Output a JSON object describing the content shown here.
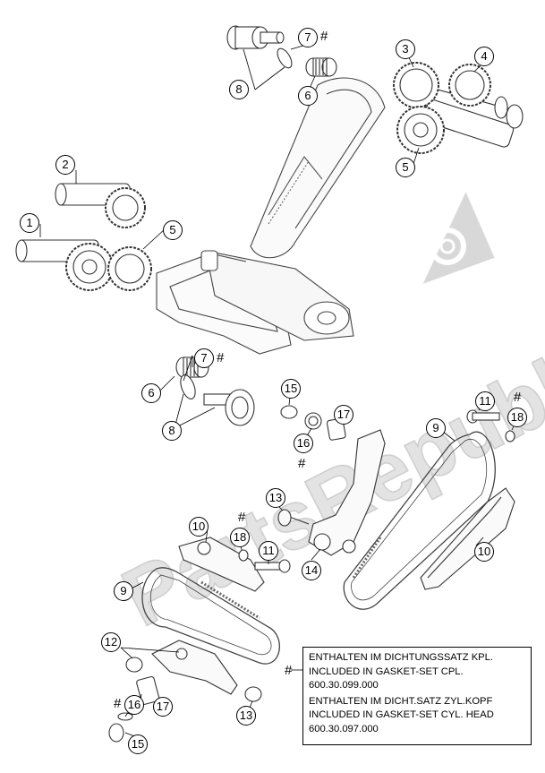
{
  "diagram": {
    "callouts": [
      {
        "id": "c7-top",
        "label": "7"
      },
      {
        "id": "c8-top",
        "label": "8"
      },
      {
        "id": "c6-top",
        "label": "6"
      },
      {
        "id": "c3",
        "label": "3"
      },
      {
        "id": "c4",
        "label": "4"
      },
      {
        "id": "c5-right",
        "label": "5"
      },
      {
        "id": "c2",
        "label": "2"
      },
      {
        "id": "c1",
        "label": "1"
      },
      {
        "id": "c5-left",
        "label": "5"
      },
      {
        "id": "c7-mid",
        "label": "7"
      },
      {
        "id": "c6-mid",
        "label": "6"
      },
      {
        "id": "c8-mid",
        "label": "8"
      },
      {
        "id": "c15-mid",
        "label": "15"
      },
      {
        "id": "c17-mid",
        "label": "17"
      },
      {
        "id": "c16-mid",
        "label": "16"
      },
      {
        "id": "c11-right",
        "label": "11"
      },
      {
        "id": "c18-right",
        "label": "18"
      },
      {
        "id": "c9-right",
        "label": "9"
      },
      {
        "id": "c13-mid",
        "label": "13"
      },
      {
        "id": "c10-left",
        "label": "10"
      },
      {
        "id": "c18-left",
        "label": "18"
      },
      {
        "id": "c11-left",
        "label": "11"
      },
      {
        "id": "c14",
        "label": "14"
      },
      {
        "id": "c10-right",
        "label": "10"
      },
      {
        "id": "c9-left",
        "label": "9"
      },
      {
        "id": "c12",
        "label": "12"
      },
      {
        "id": "c16-bottom",
        "label": "16"
      },
      {
        "id": "c17-bottom",
        "label": "17"
      },
      {
        "id": "c13-bottom",
        "label": "13"
      },
      {
        "id": "c15-bottom",
        "label": "15"
      }
    ],
    "hash_symbol": "#",
    "legend": {
      "hash": "#",
      "line1": "ENTHALTEN IM DICHTUNGSSATZ KPL.",
      "line2": "INCLUDED IN GASKET-SET CPL.",
      "line3": "600.30.099.000",
      "line4": "ENTHALTEN IM DICHT.SATZ ZYL.KOPF",
      "line5": "INCLUDED IN GASKET-SET CYL. HEAD",
      "line6": "600.30.097.000"
    },
    "watermark": "PartsRepublik",
    "colors": {
      "line": "#333333",
      "watermark": "#d9d9d9",
      "chain": "#666666"
    }
  }
}
